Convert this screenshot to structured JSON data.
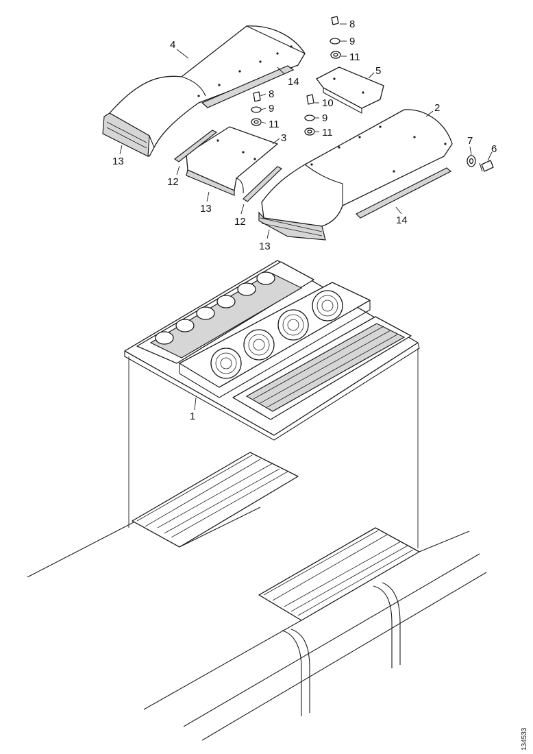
{
  "drawing_ref": "134533",
  "callouts": {
    "c1": "1",
    "c2": "2",
    "c3": "3",
    "c4": "4",
    "c5": "5",
    "c6": "6",
    "c7": "7",
    "c8a": "8",
    "c8b": "8",
    "c9a": "9",
    "c9b": "9",
    "c9c": "9",
    "c10": "10",
    "c11a": "11",
    "c11b": "11",
    "c11c": "11",
    "c12a": "12",
    "c12b": "12",
    "c13a": "13",
    "c13b": "13",
    "c13c": "13",
    "c14a": "14",
    "c14b": "14"
  }
}
